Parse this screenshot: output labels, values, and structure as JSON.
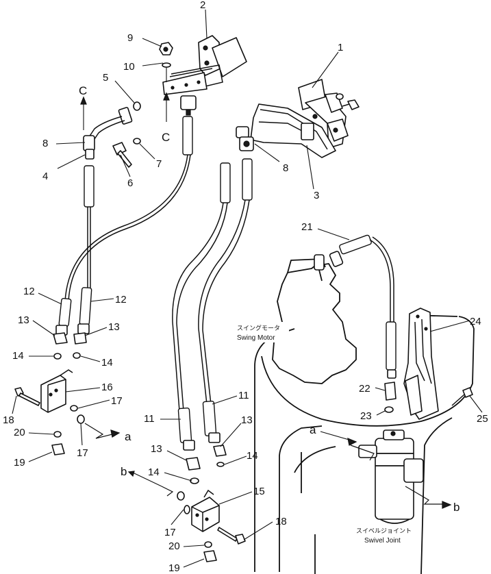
{
  "callouts": {
    "n1": "1",
    "n2": "2",
    "n3": "3",
    "n4": "4",
    "n5": "5",
    "n6": "6",
    "n7": "7",
    "n8a": "8",
    "n8b": "8",
    "n9": "9",
    "n10": "10",
    "n11a": "11",
    "n11b": "11",
    "n12a": "12",
    "n12b": "12",
    "n13a": "13",
    "n13b": "13",
    "n13c": "13",
    "n13d": "13",
    "n14a": "14",
    "n14b": "14",
    "n14c": "14",
    "n14d": "14",
    "n15": "15",
    "n16": "16",
    "n17a": "17",
    "n17b": "17",
    "n17c": "17",
    "n18a": "18",
    "n18b": "18",
    "n19a": "19",
    "n19b": "19",
    "n20a": "20",
    "n20b": "20",
    "n21": "21",
    "n22": "22",
    "n23": "23",
    "n24": "24",
    "n25": "25"
  },
  "view_markers": {
    "c_left": "C",
    "c_center": "C",
    "a_left": "a",
    "a_right": "a",
    "b_left": "b",
    "b_right": "b"
  },
  "captions": {
    "swing_motor_jp": "スイングモータ",
    "swing_motor_en": "Swing Motor",
    "swivel_joint_jp": "スイベルジョイント",
    "swivel_joint_en": "Swivel Joint"
  }
}
